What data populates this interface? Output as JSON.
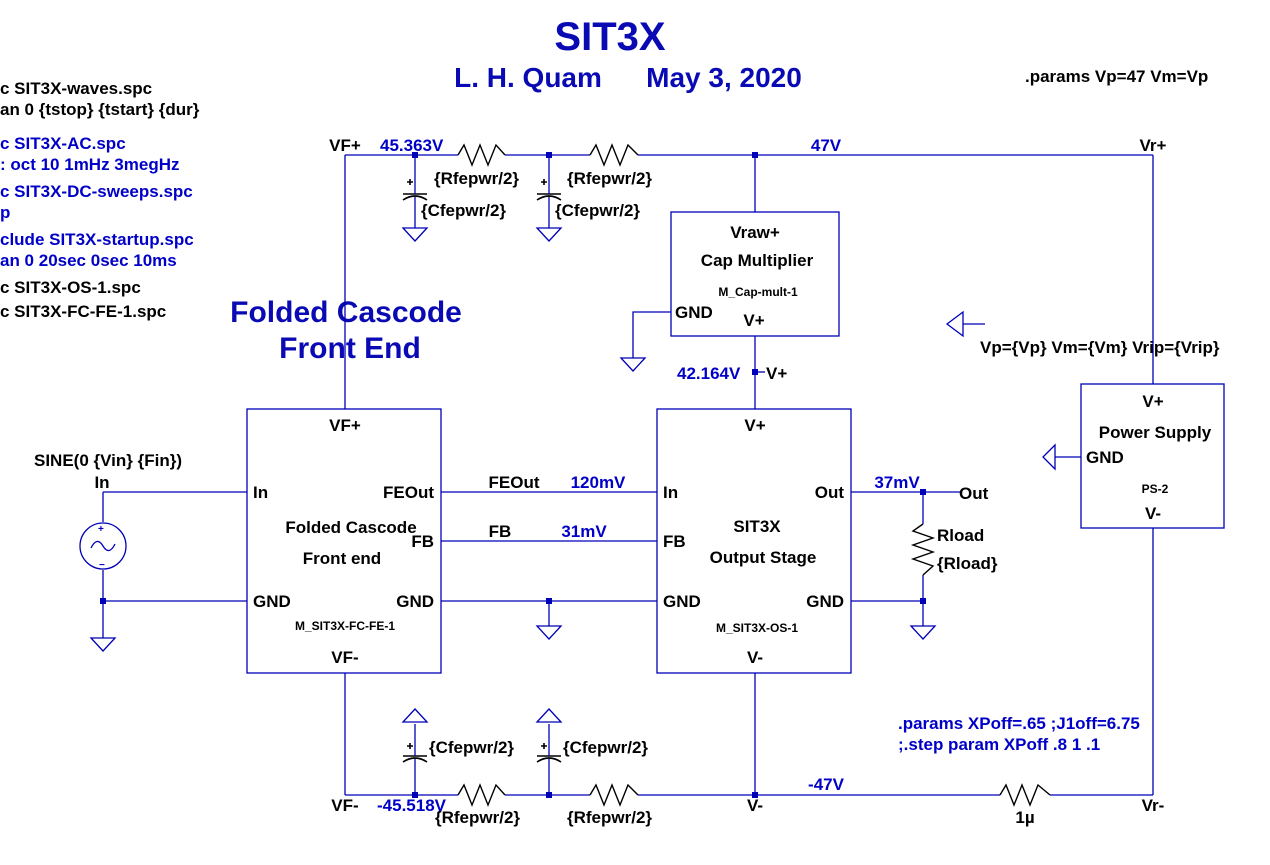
{
  "title": "SIT3X",
  "author": "L. H. Quam",
  "date": "May 3, 2020",
  "section_label": [
    "Folded Cascode",
    "Front End"
  ],
  "directives": {
    "sim_list": [
      {
        "text": "c SIT3X-waves.spc",
        "color": "black"
      },
      {
        "text": "an 0 {tstop} {tstart} {dur}",
        "color": "black"
      },
      {
        "text": "c SIT3X-AC.spc",
        "color": "blue"
      },
      {
        "text": ": oct 10 1mHz 3megHz",
        "color": "blue"
      },
      {
        "text": "c SIT3X-DC-sweeps.spc",
        "color": "blue"
      },
      {
        "text": "p",
        "color": "blue"
      },
      {
        "text": "clude SIT3X-startup.spc",
        "color": "blue"
      },
      {
        "text": "an 0 20sec 0sec 10ms",
        "color": "blue"
      },
      {
        "text": "c SIT3X-OS-1.spc",
        "color": "black"
      },
      {
        "text": "c SIT3X-FC-FE-1.spc",
        "color": "black"
      }
    ],
    "params_top": ".params Vp=47 Vm=Vp",
    "ps_params": "Vp={Vp} Vm={Vm} Vrip={Vrip}",
    "params_bottom": ".params XPoff=.65 ;J1off=6.75",
    "step_bottom": ";.step param XPoff .8 1 .1"
  },
  "nets": {
    "vf_plus": "VF+",
    "vf_minus": "VF-",
    "vr_plus": "Vr+",
    "vr_minus": "Vr-",
    "v_plus": "V+",
    "v_minus": "V-",
    "feout": "FEOut",
    "fb": "FB",
    "out": "Out",
    "in": "In"
  },
  "voltages": {
    "vf_plus": "45.363V",
    "vr_plus": "47V",
    "v_plus": "42.164V",
    "feout": "120mV",
    "fb": "31mV",
    "out": "37mV",
    "vf_minus": "-45.518V",
    "vr_minus": "-47V"
  },
  "passives": {
    "r_pwr": "{Rfepwr/2}",
    "c_pwr": "{Cfepwr/2}",
    "rload_name": "Rload",
    "rload_value": "{Rload}",
    "l_value": "1µ"
  },
  "source": {
    "value": "SINE(0 {Vin} {Fin})",
    "net": "In"
  },
  "blocks": {
    "cap_mult": {
      "pin_top": "Vraw+",
      "title": "Cap Multiplier",
      "model": "M_Cap-mult-1",
      "pin_gnd": "GND",
      "pin_out": "V+"
    },
    "fcfe": {
      "pin_top": "VF+",
      "pin_in": "In",
      "pin_out": "FEOut",
      "pin_fb": "FB",
      "title": [
        "Folded Cascode",
        "Front end"
      ],
      "pin_gnd_l": "GND",
      "pin_gnd_r": "GND",
      "model": "M_SIT3X-FC-FE-1",
      "pin_bot": "VF-"
    },
    "os": {
      "pin_top": "V+",
      "pin_in": "In",
      "pin_out": "Out",
      "pin_fb": "FB",
      "title": [
        "SIT3X",
        "Output Stage"
      ],
      "pin_gnd_l": "GND",
      "pin_gnd_r": "GND",
      "model": "M_SIT3X-OS-1",
      "pin_bot": "V-"
    },
    "ps": {
      "pin_top": "V+",
      "title": "Power Supply",
      "pin_gnd": "GND",
      "model": "PS-2",
      "pin_bot": "V-"
    }
  }
}
